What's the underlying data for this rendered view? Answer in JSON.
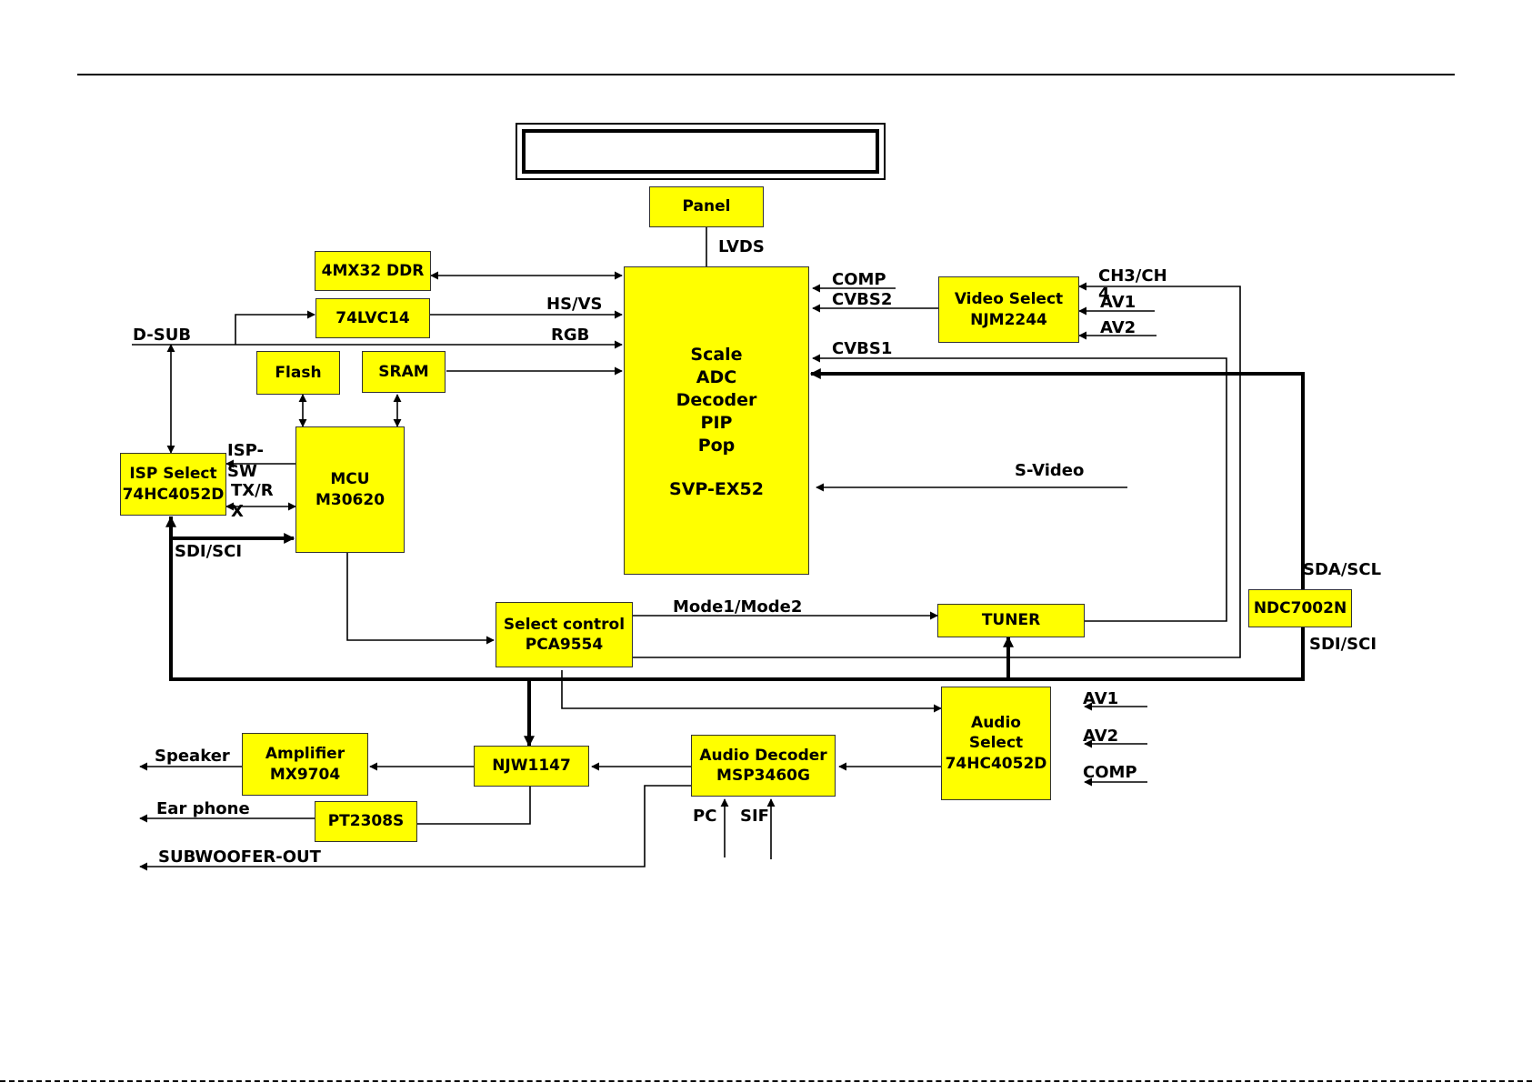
{
  "title": "",
  "blocks": {
    "panel": [
      "Panel"
    ],
    "ddr": [
      "4MX32 DDR"
    ],
    "lvc": [
      "74LVC14"
    ],
    "flash": [
      "Flash"
    ],
    "sram": [
      "SRAM"
    ],
    "mcu": [
      "MCU",
      "M30620"
    ],
    "isp": [
      "ISP Select",
      "74HC4052D"
    ],
    "scaler": [
      "Scale",
      "ADC",
      "Decoder",
      "PIP",
      "Pop",
      "SVP-EX52"
    ],
    "video_select": [
      "Video Select",
      "NJM2244"
    ],
    "select_control": [
      "Select control",
      "PCA9554"
    ],
    "tuner": [
      "TUNER"
    ],
    "ndc": [
      "NDC7002N"
    ],
    "audio_select": [
      "Audio",
      "Select",
      "74HC4052D"
    ],
    "audio_decoder": [
      "Audio Decoder",
      "MSP3460G"
    ],
    "njw": [
      "NJW1147"
    ],
    "amplifier": [
      "Amplifier",
      "MX9704"
    ],
    "pt": [
      "PT2308S"
    ]
  },
  "labels": {
    "lvds": "LVDS",
    "hsvs": "HS/VS",
    "rgb": "RGB",
    "dsub": "D-SUB",
    "comp_v": "COMP",
    "cvbs2": "CVBS2",
    "cvbs1": "CVBS1",
    "ch3": "CH3/CH",
    "ch4": "4",
    "av1_v": "AV1",
    "av2_v": "AV2",
    "svideo": "S-Video",
    "isp_sw1": "ISP-",
    "isp_sw2": "SW",
    "txrx1": "TX/R",
    "txrx2": "X",
    "sdi_left": "SDI/SCI",
    "sda_scl": "SDA/SCL",
    "sdi_right": "SDI/SCI",
    "mode": "Mode1/Mode2",
    "av1_a": "AV1",
    "av2_a": "AV2",
    "comp_a": "COMP",
    "speaker": "Speaker",
    "earphone": "Ear phone",
    "subwoofer": "SUBWOOFER-OUT",
    "pc": "PC",
    "sif": "SIF"
  }
}
